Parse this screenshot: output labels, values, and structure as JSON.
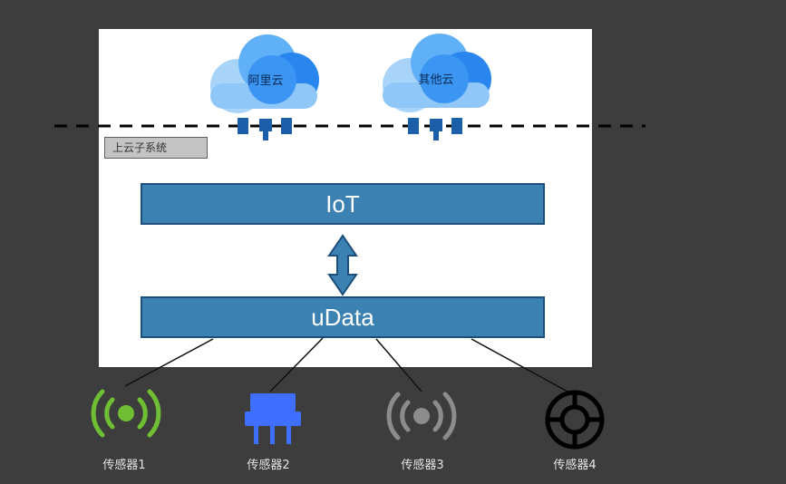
{
  "clouds": [
    {
      "label": "阿里云",
      "icon": "cloud-icon"
    },
    {
      "label": "其他云",
      "icon": "cloud-icon"
    }
  ],
  "subsystem_label": "上云子系统",
  "layers": {
    "iot": "IoT",
    "udata": "uData"
  },
  "sensors": [
    {
      "label": "传感器1",
      "icon": "wireless-signal-icon",
      "color": "#6fbf34"
    },
    {
      "label": "传感器2",
      "icon": "chip-icon",
      "color": "#3f6fff"
    },
    {
      "label": "传感器3",
      "icon": "wireless-signal-icon",
      "color": "#8c8c8c"
    },
    {
      "label": "传感器4",
      "icon": "crosshair-icon",
      "color": "#000000"
    }
  ],
  "colors": {
    "background": "#3d3d3d",
    "cloud": "#3b8ff0",
    "layer_bar": "#3b82b3",
    "connector": "#1b5fa8"
  }
}
